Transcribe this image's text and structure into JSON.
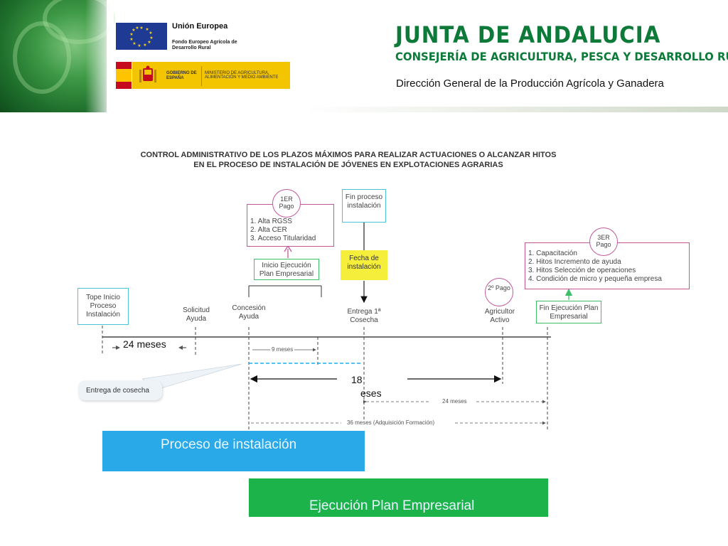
{
  "header": {
    "eu_title": "Unión Europea",
    "eu_subtitle": "Fondo Europeo Agrícola de Desarrollo Rural",
    "gobierno": "GOBIERNO DE ESPAÑA",
    "ministerio": "MINISTERIO DE AGRICULTURA, ALIMENTACIÓN Y MEDIO AMBIENTE",
    "junta": "JUNTA DE ANDALUCIA",
    "consejeria": "CONSEJERÍA DE AGRICULTURA, PESCA Y DESARROLLO RURAL",
    "direccion": "Dirección General de la Producción Agrícola y Ganadera"
  },
  "diagram": {
    "title_line1": "CONTROL ADMINISTRATIVO DE LOS PLAZOS MÁXIMOS PARA REALIZAR ACTUACIONES O ALCANZAR HITOS",
    "title_line2": "EN EL PROCESO DE INSTALACIÓN DE JÓVENES EN EXPLOTACIONES AGRARIAS",
    "pago1_title": "1ER Pago",
    "pago1_items": [
      "1.  Alta RGSS",
      "2.  Alta CER",
      "3.  Acceso Titularidad"
    ],
    "inicio_ejecucion": "Inicio Ejecución Plan Empresarial",
    "fin_proceso": "Fin proceso instalación",
    "fecha_instalacion": "Fecha de instalación",
    "pago3_title": "3ER Pago",
    "pago3_items": [
      "1.  Capacitación",
      "2.  Hitos Incremento de ayuda",
      "3.  Hitos Selección de operaciones",
      "4.  Condición de micro y pequeña empresa"
    ],
    "pago2_title": "2º Pago",
    "fin_ejecucion": "Fin Ejecución Plan Empresarial",
    "tope_inicio": "Tope Inicio Proceso Instalación",
    "solicitud": "Solicitud Ayuda",
    "concesion": "Concesión Ayuda",
    "entrega": "Entrega 1ª Cosecha",
    "agricultor": "Agricultor Activo",
    "meses_24_left": "24 meses",
    "meses_9": "9 meses",
    "callout": "Entrega de cosecha",
    "meses_18_a": "18",
    "meses_18_b": "eses",
    "meses_24_right": "24 meses",
    "meses_36": "36 meses (Adquisición Formación)",
    "proceso_bar": "Proceso de instalación",
    "ejecucion_bar": "Ejecución Plan Empresarial"
  },
  "colors": {
    "green_brand": "#0e7a3a",
    "magenta_box": "#c2589a",
    "cyan_box": "#4cc3d9",
    "green_box": "#3dbf6a",
    "yellow_box": "#f5ee3b",
    "blue_bar": "#29a9e8",
    "green_bar": "#1bb34a"
  }
}
